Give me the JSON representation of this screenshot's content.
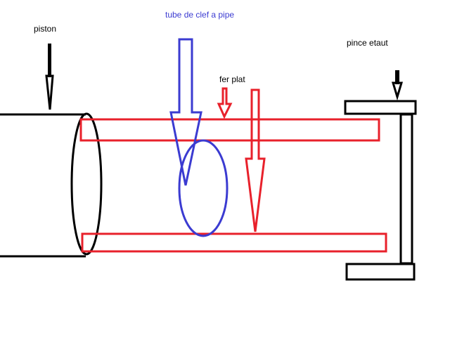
{
  "labels": {
    "piston": "piston",
    "tube": "tube de clef a pipe",
    "fer_plat": "fer plat",
    "pince": "pince etaut"
  },
  "colors": {
    "background": "#ffffff",
    "black": "#000000",
    "red": "#e8212b",
    "blue": "#3b3bd1"
  }
}
